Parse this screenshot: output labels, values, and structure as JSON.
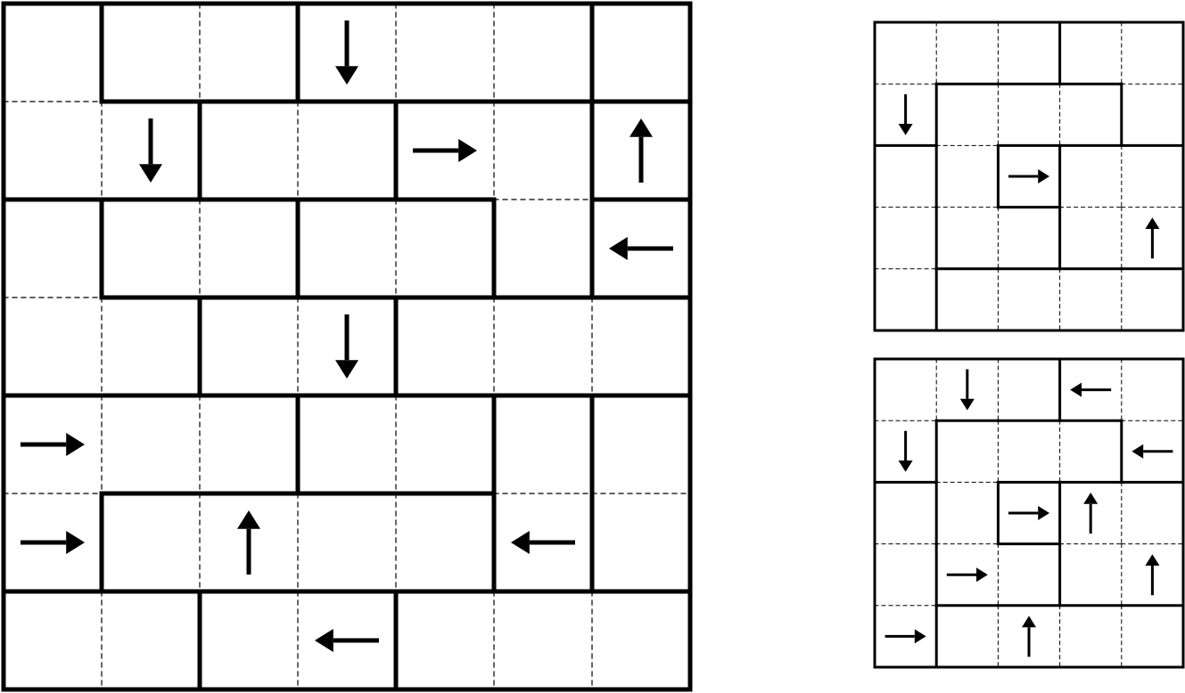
{
  "puzzles": [
    {
      "id": "main",
      "rows": 7,
      "cols": 7,
      "arrows": [
        {
          "r": 0,
          "c": 3,
          "dir": "down"
        },
        {
          "r": 1,
          "c": 1,
          "dir": "down"
        },
        {
          "r": 1,
          "c": 4,
          "dir": "right"
        },
        {
          "r": 1,
          "c": 6,
          "dir": "up"
        },
        {
          "r": 2,
          "c": 6,
          "dir": "left"
        },
        {
          "r": 3,
          "c": 3,
          "dir": "down"
        },
        {
          "r": 4,
          "c": 0,
          "dir": "right"
        },
        {
          "r": 5,
          "c": 0,
          "dir": "right"
        },
        {
          "r": 5,
          "c": 2,
          "dir": "up"
        },
        {
          "r": 5,
          "c": 5,
          "dir": "left"
        },
        {
          "r": 6,
          "c": 3,
          "dir": "left"
        }
      ],
      "regions": [
        [
          0,
          1,
          1,
          2,
          2,
          2,
          3
        ],
        [
          0,
          0,
          4,
          4,
          5,
          5,
          6
        ],
        [
          7,
          8,
          8,
          9,
          9,
          5,
          10
        ],
        [
          7,
          7,
          11,
          11,
          12,
          12,
          12
        ],
        [
          13,
          13,
          13,
          14,
          14,
          15,
          16
        ],
        [
          13,
          17,
          17,
          17,
          17,
          15,
          16
        ],
        [
          18,
          18,
          19,
          19,
          20,
          20,
          20
        ]
      ]
    },
    {
      "id": "example-top",
      "rows": 5,
      "cols": 5,
      "arrows": [
        {
          "r": 1,
          "c": 0,
          "dir": "down"
        },
        {
          "r": 2,
          "c": 2,
          "dir": "right"
        },
        {
          "r": 3,
          "c": 4,
          "dir": "up"
        }
      ],
      "regions": [
        [
          0,
          0,
          0,
          1,
          1
        ],
        [
          0,
          2,
          2,
          2,
          1
        ],
        [
          3,
          2,
          4,
          5,
          5
        ],
        [
          3,
          2,
          2,
          5,
          5
        ],
        [
          3,
          6,
          6,
          6,
          6
        ]
      ]
    },
    {
      "id": "example-bottom",
      "rows": 5,
      "cols": 5,
      "arrows": [
        {
          "r": 0,
          "c": 1,
          "dir": "down"
        },
        {
          "r": 0,
          "c": 3,
          "dir": "left"
        },
        {
          "r": 1,
          "c": 0,
          "dir": "down"
        },
        {
          "r": 1,
          "c": 4,
          "dir": "left"
        },
        {
          "r": 2,
          "c": 2,
          "dir": "right"
        },
        {
          "r": 2,
          "c": 3,
          "dir": "up"
        },
        {
          "r": 3,
          "c": 1,
          "dir": "right"
        },
        {
          "r": 3,
          "c": 4,
          "dir": "up"
        },
        {
          "r": 4,
          "c": 0,
          "dir": "right"
        },
        {
          "r": 4,
          "c": 2,
          "dir": "up"
        }
      ],
      "regions": [
        [
          0,
          0,
          0,
          1,
          1
        ],
        [
          0,
          2,
          2,
          2,
          1
        ],
        [
          3,
          2,
          4,
          5,
          5
        ],
        [
          3,
          2,
          2,
          5,
          5
        ],
        [
          3,
          6,
          6,
          6,
          6
        ]
      ]
    }
  ]
}
